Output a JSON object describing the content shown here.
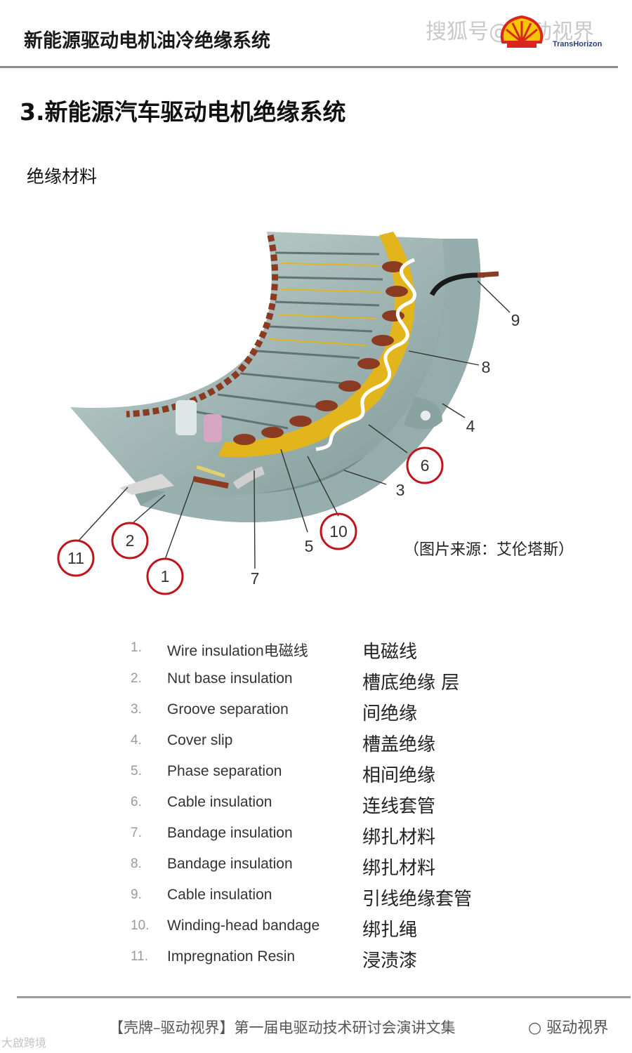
{
  "header": {
    "title": "新能源驱动电机油冷绝缘系统",
    "watermark": "搜狐号@驱动视界",
    "logo_text": "TransHorizon"
  },
  "section_title": "3.新能源汽车驱动电机绝缘系统",
  "subtitle": "绝缘材料",
  "diagram": {
    "callouts": [
      "1",
      "2",
      "3",
      "4",
      "5",
      "6",
      "7",
      "8",
      "9",
      "10",
      "11"
    ],
    "circled_callouts": [
      "1",
      "2",
      "6",
      "10",
      "11"
    ],
    "source_note": "（图片来源：艾伦塔斯）"
  },
  "legend": [
    {
      "num": "1.",
      "en": "Wire insulation电磁线",
      "cn": "电磁线"
    },
    {
      "num": "2.",
      "en": "Nut base insulation",
      "cn": "槽底绝缘 层"
    },
    {
      "num": "3.",
      "en": "Groove separation",
      "cn": "间绝缘"
    },
    {
      "num": "4.",
      "en": "Cover slip",
      "cn": "槽盖绝缘"
    },
    {
      "num": "5.",
      "en": "Phase separation",
      "cn": "相间绝缘"
    },
    {
      "num": "6.",
      "en": "Cable insulation",
      "cn": "连线套管"
    },
    {
      "num": "7.",
      "en": "Bandage insulation",
      "cn": "绑扎材料"
    },
    {
      "num": "8.",
      "en": "Bandage insulation",
      "cn": "绑扎材料"
    },
    {
      "num": "9.",
      "en": "Cable insulation",
      "cn": "引线绝缘套管"
    },
    {
      "num": "10.",
      "en": "Winding-head bandage",
      "cn": "绑扎绳"
    },
    {
      "num": "11.",
      "en": "Impregnation Resin",
      "cn": "浸渍漆"
    }
  ],
  "footer": {
    "text": "【壳牌–驱动视界】第一届电驱动技术研讨会演讲文集",
    "watermark": "驱动视界",
    "bottom_left": "大啟跨境"
  },
  "colors": {
    "callout_circle": "#c0141c",
    "stator_core": "#a9bfbd",
    "copper": "#8a3b22",
    "insulation_yellow": "#e3b51c",
    "shell_red": "#d8261c",
    "shell_yellow": "#f7c600"
  }
}
